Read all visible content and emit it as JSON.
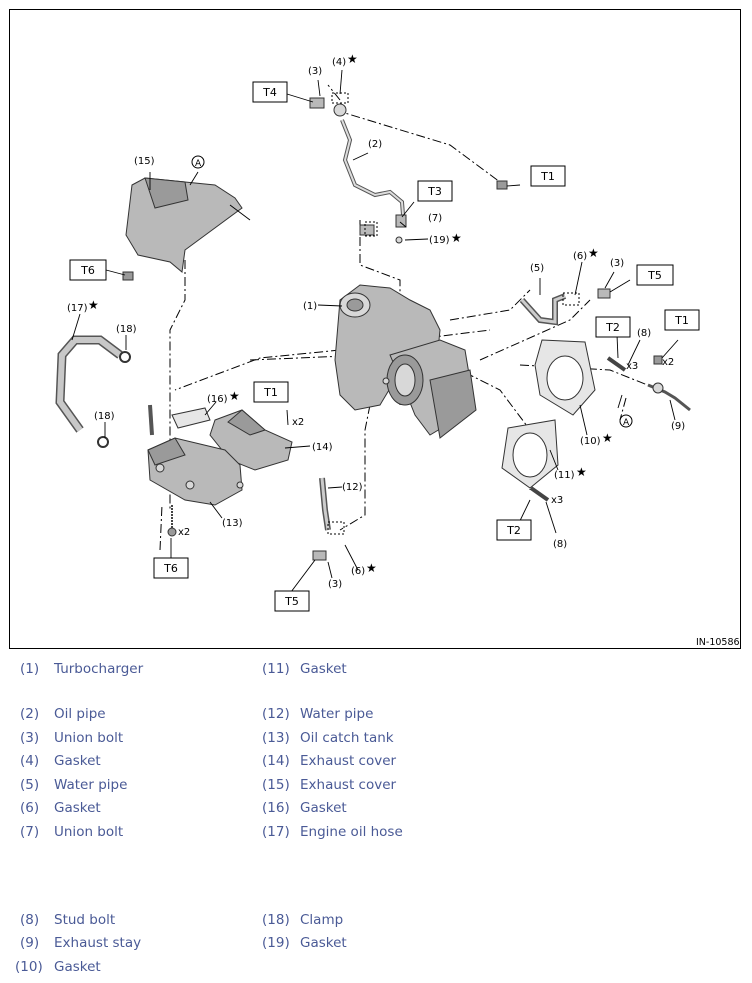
{
  "diagram": {
    "image_id": "IN-10586",
    "callouts": {
      "c1": "(1)",
      "c2": "(2)",
      "c3a": "(3)",
      "c3b": "(3)",
      "c3c": "(3)",
      "c4": "(4)",
      "c5": "(5)",
      "c6a": "(6)",
      "c6b": "(6)",
      "c7": "(7)",
      "c8a": "(8)",
      "c8b": "(8)",
      "c9": "(9)",
      "c10": "(10)",
      "c11": "(11)",
      "c12": "(12)",
      "c13": "(13)",
      "c14": "(14)",
      "c15": "(15)",
      "c16": "(16)",
      "c17": "(17)",
      "c18a": "(18)",
      "c18b": "(18)",
      "c19": "(19)"
    },
    "torque_labels": {
      "t4": "T4",
      "t1a": "T1",
      "t3": "T3",
      "t6a": "T6",
      "t5a": "T5",
      "t2a": "T2",
      "t1b": "T1",
      "t1c": "T1",
      "t2b": "T2",
      "t6b": "T6",
      "t5b": "T5"
    },
    "multipliers": {
      "m1": "x2",
      "m2": "x3",
      "m3": "x2",
      "m4": "x3",
      "m5": "x2"
    },
    "refs": {
      "ra": "A",
      "rb": "A"
    },
    "star": "★"
  },
  "legend": [
    {
      "num": "(1)",
      "name": "Turbocharger"
    },
    {
      "num": "(2)",
      "name": "Oil pipe"
    },
    {
      "num": "(3)",
      "name": "Union bolt"
    },
    {
      "num": "(4)",
      "name": "Gasket"
    },
    {
      "num": "(5)",
      "name": "Water pipe"
    },
    {
      "num": "(6)",
      "name": "Gasket"
    },
    {
      "num": "(7)",
      "name": "Union bolt"
    },
    {
      "num": "(8)",
      "name": "Stud bolt"
    },
    {
      "num": "(9)",
      "name": "Exhaust stay"
    },
    {
      "num": "(10)",
      "name": "Gasket"
    },
    {
      "num": "(11)",
      "name": "Gasket"
    },
    {
      "num": "(12)",
      "name": "Water pipe"
    },
    {
      "num": "(13)",
      "name": "Oil catch tank"
    },
    {
      "num": "(14)",
      "name": "Exhaust cover"
    },
    {
      "num": "(15)",
      "name": "Exhaust cover"
    },
    {
      "num": "(16)",
      "name": "Gasket"
    },
    {
      "num": "(17)",
      "name": "Engine oil hose"
    },
    {
      "num": "(18)",
      "name": "Clamp"
    },
    {
      "num": "(19)",
      "name": "Gasket"
    }
  ]
}
